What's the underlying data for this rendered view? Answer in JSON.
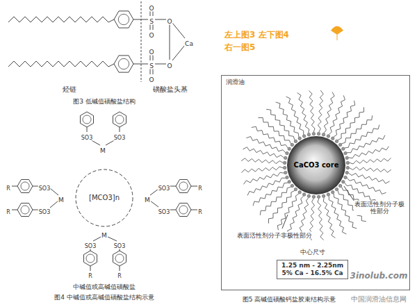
{
  "diagram": {
    "nodes": [
      {
        "text": [
          "[MCO3]n"
        ]
      },
      {
        "text": [
          "润滑油"
        ]
      },
      {
        "text": [
          "CaCO3 core"
        ],
        "in": 1
      },
      {
        "text": [
          "1.25 nm - 2.25nm",
          "5% Ca - 16.5% Ca"
        ],
        "in": 1
      }
    ],
    "labels": [
      "左上图3 左下图4",
      "右一图5",
      "O",
      "S",
      "O",
      "O",
      "Ca",
      "O",
      "S",
      "O",
      "O",
      "烃链",
      "磺酸盐头基",
      "图3 低碱值磺酸盐结构",
      "SO3",
      "SO3",
      "M",
      "R",
      "SO3",
      "M",
      "R",
      "SO3",
      "M",
      "SO3",
      "R",
      "SO3",
      "R",
      "M",
      "SO3",
      "SO3",
      "R",
      "R",
      "中碱值或高碱值磺酸盐",
      "图4 中碱值或高碱值磺酸盐结构示意",
      "表面活性剂分子极性部分",
      "表面活性剂分子非极性部分",
      "中心尺寸",
      "3inolub.com",
      "图5 高碱值磺酸钙盐胶束结构示意",
      "中国润滑油信息网"
    ]
  }
}
